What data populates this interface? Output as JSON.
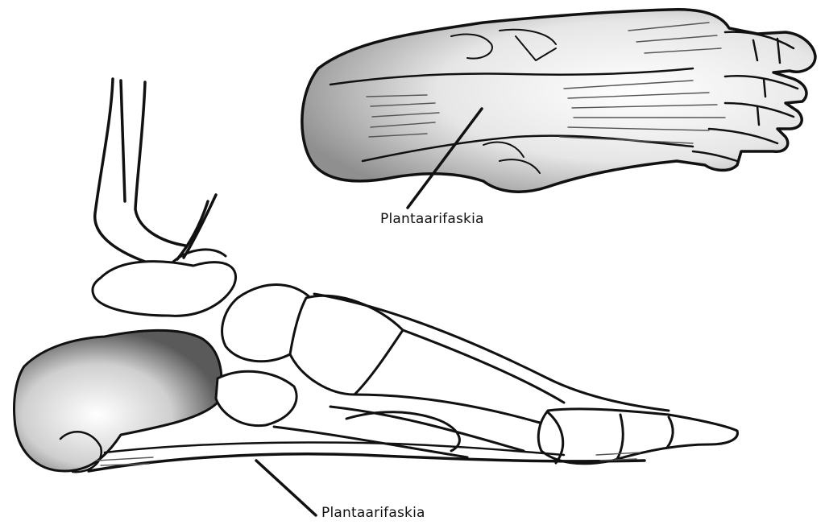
{
  "labels": {
    "top_view": "Plantaarifaskia",
    "side_view": "Plantaarifaskia"
  },
  "colors": {
    "ink": "#111111",
    "shade": "#8a8a8a",
    "background": "#ffffff"
  },
  "figures": [
    {
      "name": "plantar-foot-view"
    },
    {
      "name": "lateral-foot-view"
    }
  ]
}
